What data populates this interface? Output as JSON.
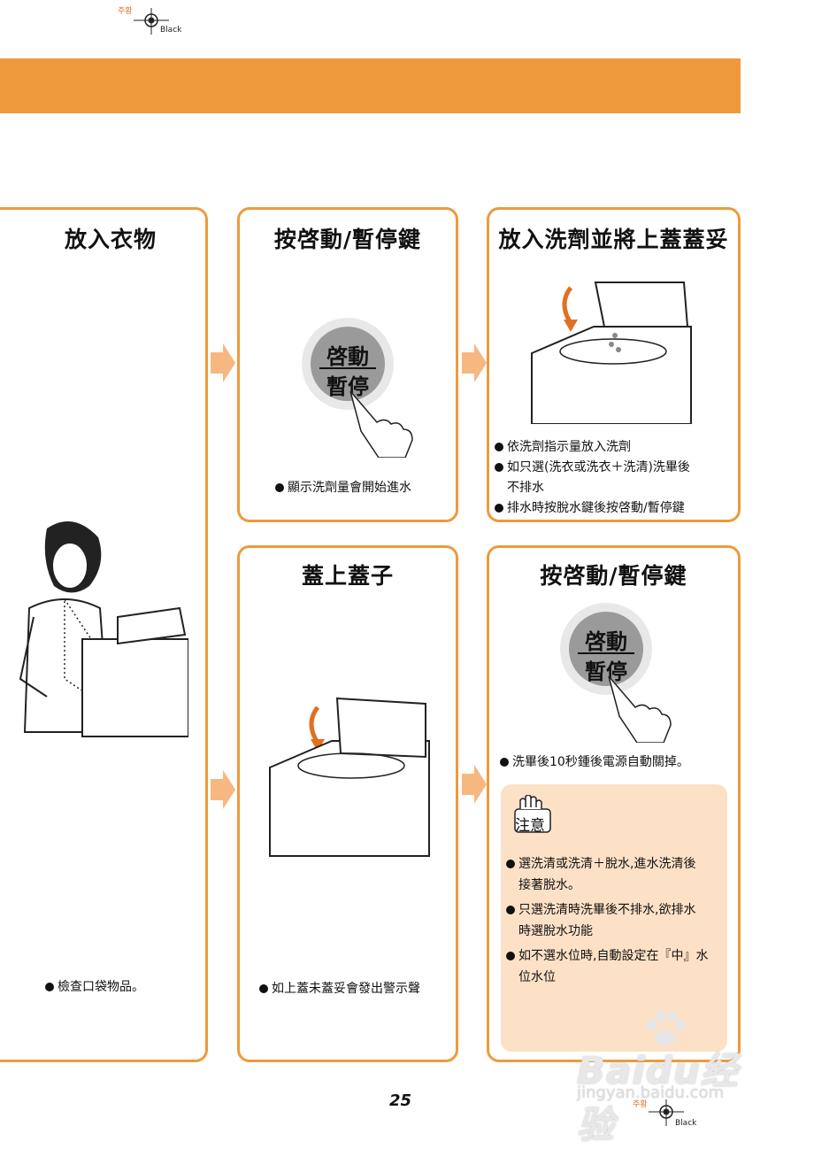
{
  "registration": {
    "top_label": "주황",
    "bottom_label": "Black",
    "bottom2_label": "주황",
    "bottom2_black": "Black"
  },
  "panels": {
    "p1": {
      "title": "放入衣物",
      "bullet": "檢查口袋物品。"
    },
    "p2": {
      "title": "按啓動/暫停鍵",
      "button_top": "啓動",
      "button_bottom": "暫停",
      "bullet": "顯示洗劑量會開始進水"
    },
    "p3": {
      "title": "放入洗劑並將上蓋蓋妥",
      "bullets": [
        "依洗劑指示量放入洗劑",
        "如只選(洗衣或洗衣＋洗清)洗畢後",
        "不排水",
        "排水時按脫水鍵後按啓動/暫停鍵"
      ]
    },
    "p4": {
      "title": "蓋上蓋子",
      "bullet": "如上蓋未蓋妥會發出警示聲"
    },
    "p5": {
      "title": "按啓動/暫停鍵",
      "button_top": "啓動",
      "button_bottom": "暫停",
      "bullet": "洗畢後10秒鍾後電源自動關掉。"
    }
  },
  "caution": {
    "label": "注意",
    "items": [
      {
        "line1": "選洗清或洗清＋脫水,進水洗清後",
        "line2": "接著脫水。"
      },
      {
        "line1": "只選洗清時洗畢後不排水,欲排水",
        "line2": "時選脫水功能"
      },
      {
        "line1": "如不選水位時,自動設定在『中』水",
        "line2": "位水位"
      }
    ]
  },
  "page_number": "25",
  "watermark": {
    "brand": "Baidu经验",
    "url": "jingyan.baidu.com"
  },
  "colors": {
    "accent": "#ee9a3c",
    "caution_bg": "#fde1c6",
    "button_gray": "#9a9a9a"
  }
}
